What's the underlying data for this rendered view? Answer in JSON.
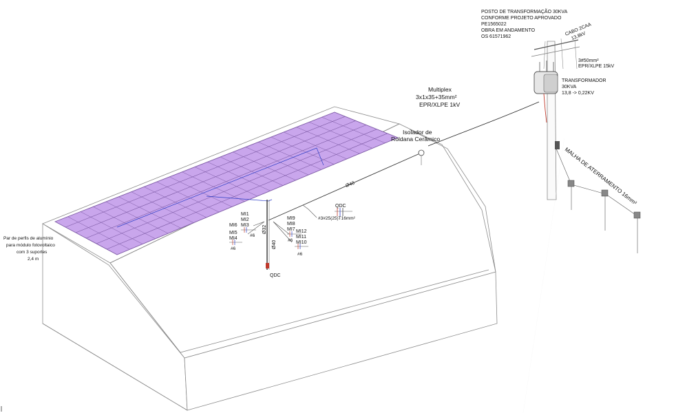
{
  "title_block": {
    "line1": "POSTO DE TRANSFORMAÇÃO 30KVA",
    "line2": "CONFORME PROJETO APROVADO",
    "line3": "PE1565022",
    "line4": "OBRA EM ANDAMENTO",
    "line5": "OS 61571962"
  },
  "cabo": {
    "line1": "CABO 2CAA",
    "line2": "13,8kV"
  },
  "epr_cable": {
    "line1": "3#50mm²",
    "line2": "EPR/XLPE 15kV"
  },
  "transformer": {
    "line1": "TRANSFORMADOR",
    "line2": "30KVA",
    "line3": "13,8 -> 0,22KV"
  },
  "multiplex": {
    "line1": "Multiplex",
    "line2": "3x1x35+35mm²",
    "line3": "EPR/XLPE 1kV"
  },
  "insulator": {
    "line1": "Isolador de",
    "line2": "Roldana Cerâmico"
  },
  "grounding": "MALHA DE ATERRAMENTO 16mm²",
  "conduit_main": "Ø40",
  "conduit_vertical_1": "Ø32",
  "conduit_vertical_2": "Ø40",
  "qdc_lower": "QDC",
  "qdc_upper": "QDC",
  "cable_spec": "#3#25(25)T16mm²",
  "left_note": {
    "line1": "Par de perfis de alumínio",
    "line2": "para módulo fotovoltaico",
    "line3": "com 3 suportes",
    "line4": "2,4 m"
  },
  "mi_left": [
    "MI1",
    "MI2",
    "MI3",
    "MI6",
    "MI5",
    "MI4"
  ],
  "mi_right": [
    "MI9",
    "MI8",
    "MI7",
    "MI12",
    "MI11",
    "MI10"
  ],
  "sizes": {
    "left": "#6",
    "mid": "#6",
    "right": "#6"
  },
  "colors": {
    "panel_fill": "#c9a6ec",
    "panel_stroke": "#7d5aa5",
    "building_line": "#8a8a8a",
    "cable": "#333333",
    "red_wire": "#c0392b",
    "blue_wire": "#2e3fc7"
  }
}
